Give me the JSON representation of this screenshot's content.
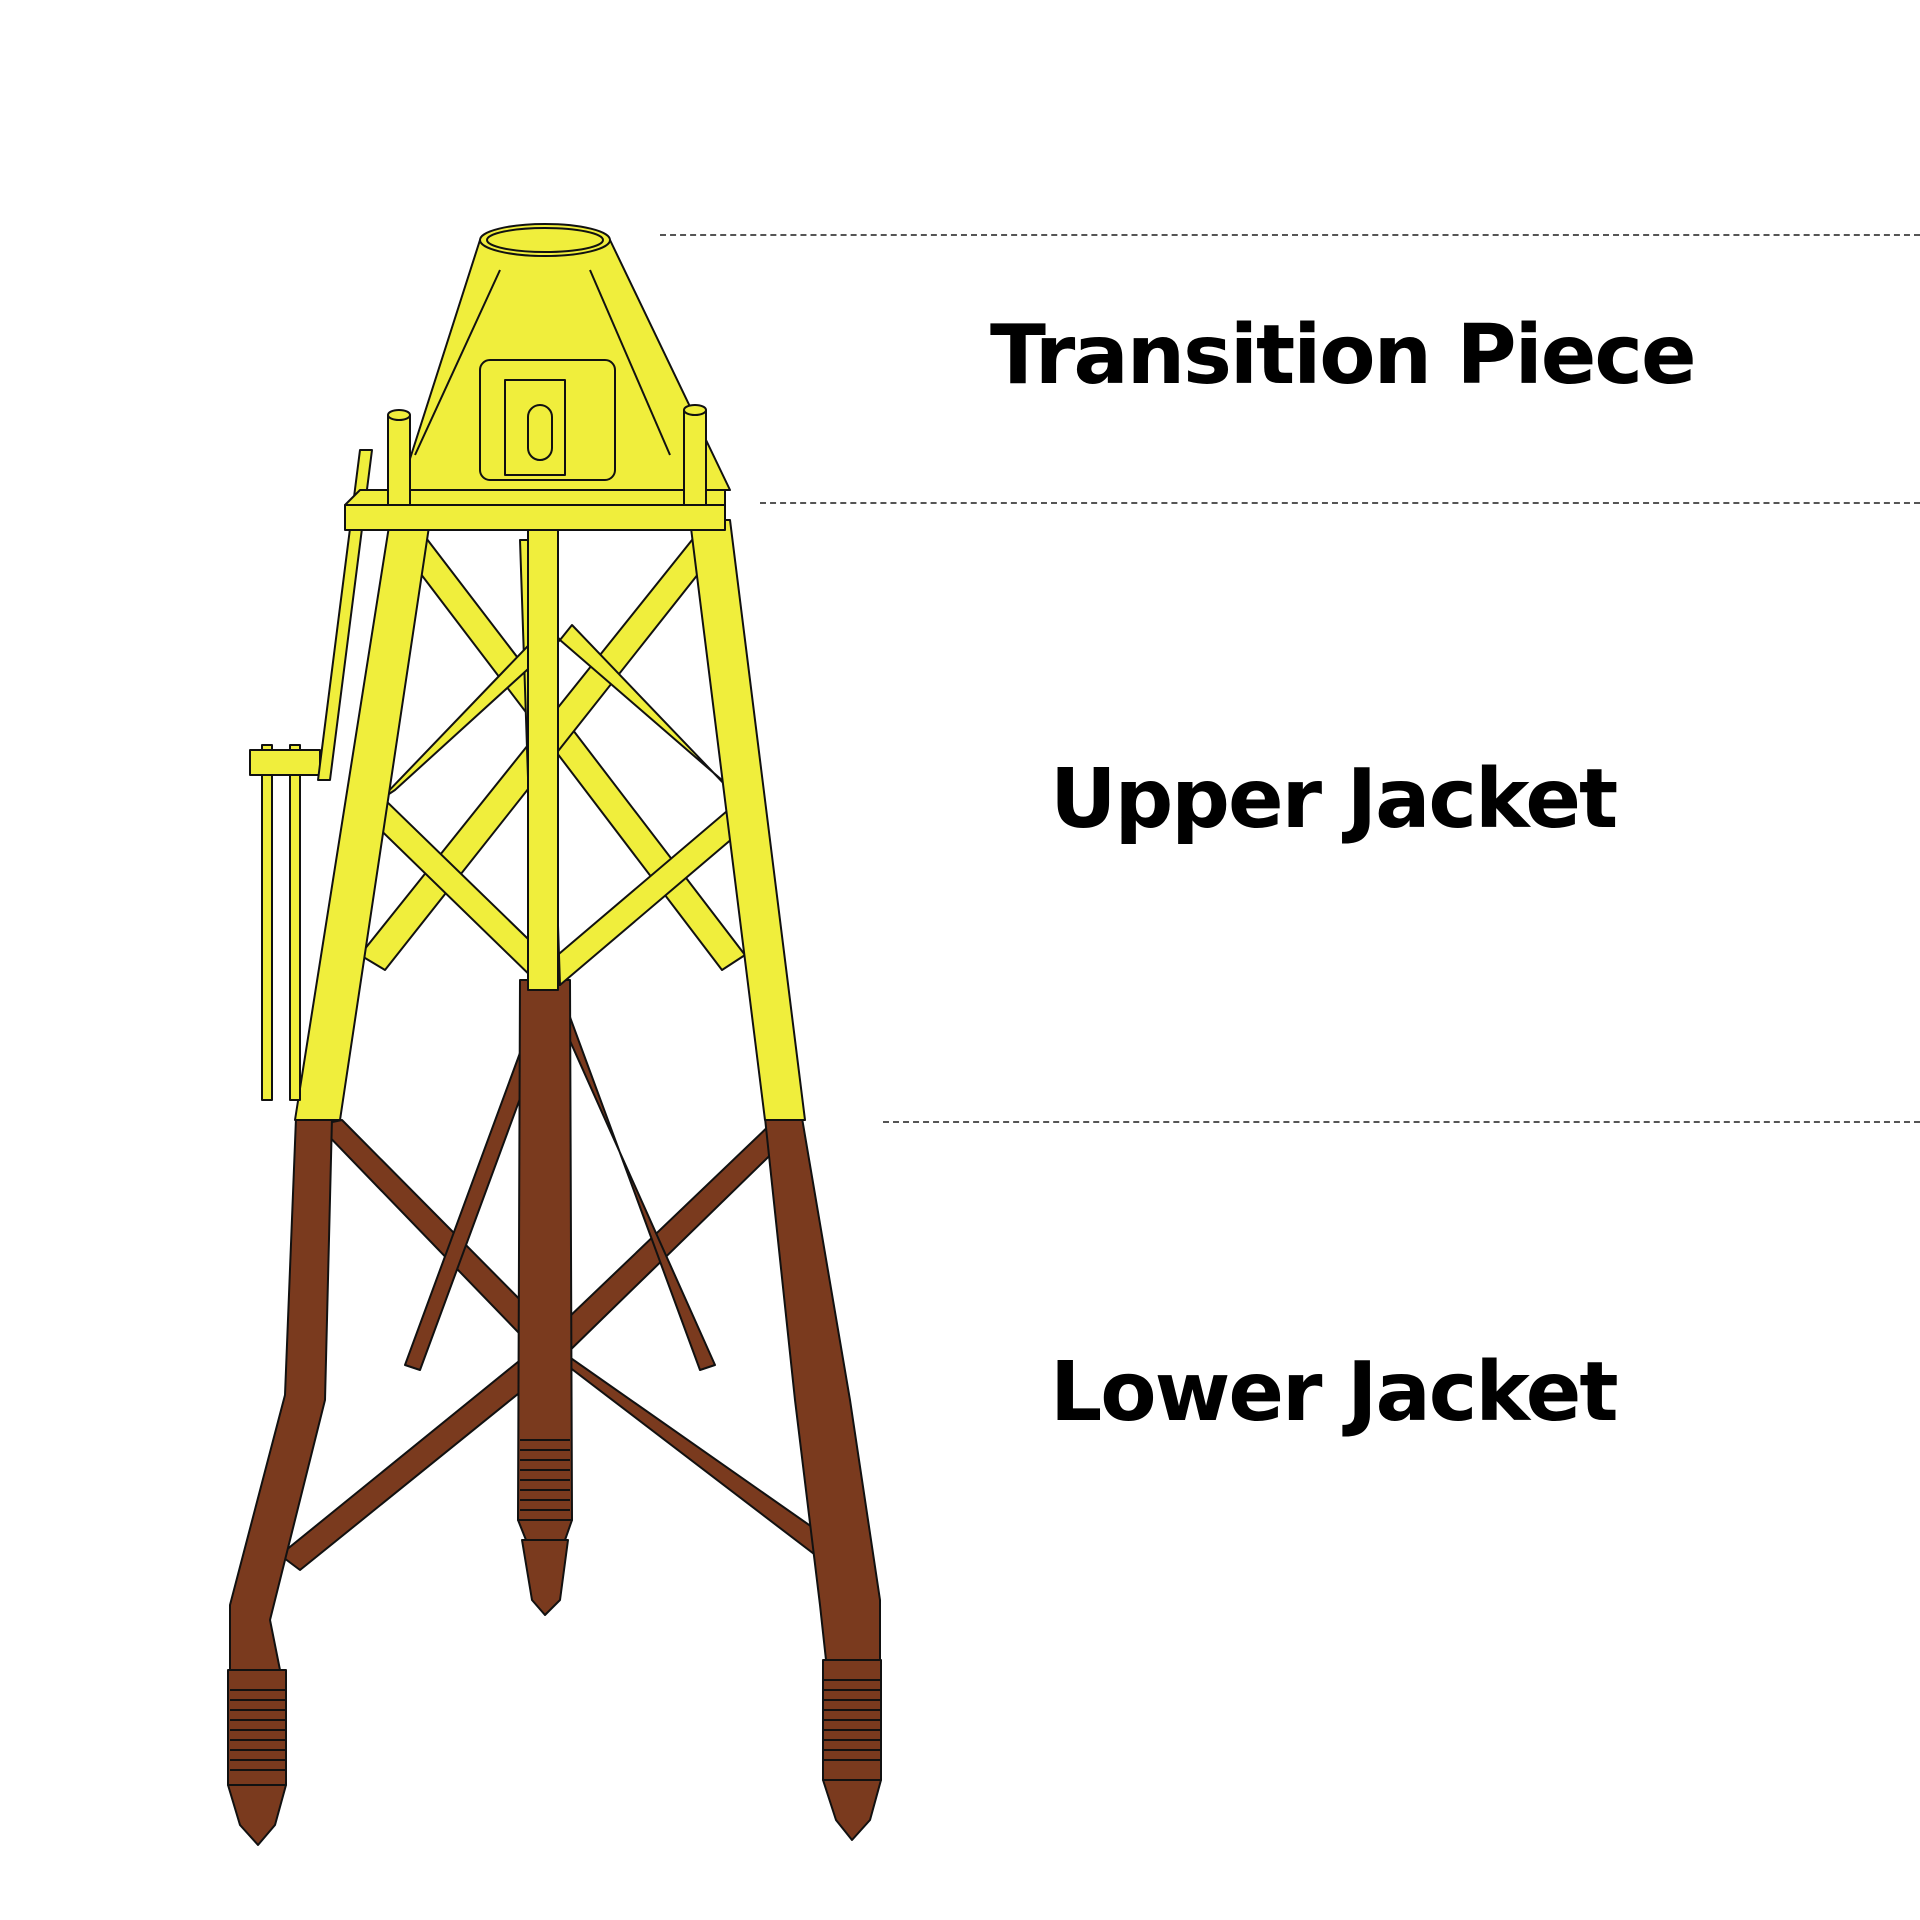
{
  "diagram": {
    "subject": "Offshore wind turbine jacket foundation",
    "sections": [
      {
        "label": "Transition Piece",
        "color": "#f0ee3c"
      },
      {
        "label": "Upper Jacket",
        "color": "#f0ee3c"
      },
      {
        "label": "Lower Jacket",
        "color": "#7a3a1e"
      }
    ],
    "colors": {
      "upper": "#f0ee3c",
      "lower": "#7a3a1e",
      "outline": "#111111",
      "divider": "#555555"
    }
  }
}
